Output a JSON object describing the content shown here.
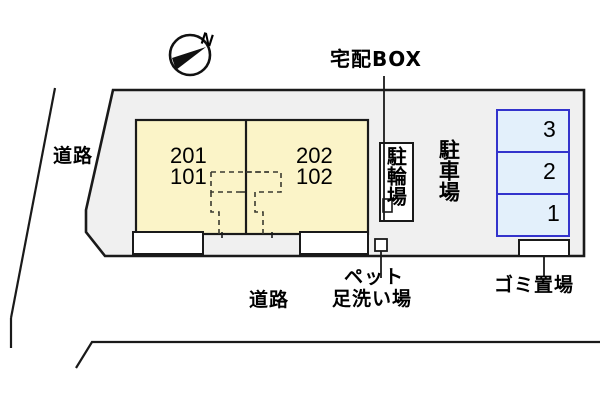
{
  "plan": {
    "title_labels": {
      "delivery_box": "宅配BOX",
      "road_left": "道路",
      "road_bottom": "道路",
      "bicycle_parking": "駐輪場",
      "car_parking": "駐車場",
      "pet_wash": "ペット\n足洗い場",
      "pet_wash_line1": "ペット",
      "pet_wash_line2": "足洗い場",
      "garbage": "ゴミ置場",
      "north": "N"
    },
    "units": {
      "left": {
        "upper": "201",
        "lower": "101"
      },
      "right": {
        "upper": "202",
        "lower": "102"
      }
    },
    "parking_stalls": [
      {
        "number": "3"
      },
      {
        "number": "2"
      },
      {
        "number": "1"
      }
    ],
    "colors": {
      "site_fill": "#f0f0f0",
      "building_fill": "#fbf4c8",
      "parking_fill": "#e3f0fb",
      "parking_stroke": "#3333cc",
      "outline": "#1a1a1a",
      "balcony_fill": "#ffffff",
      "page_bg": "#ffffff"
    }
  }
}
